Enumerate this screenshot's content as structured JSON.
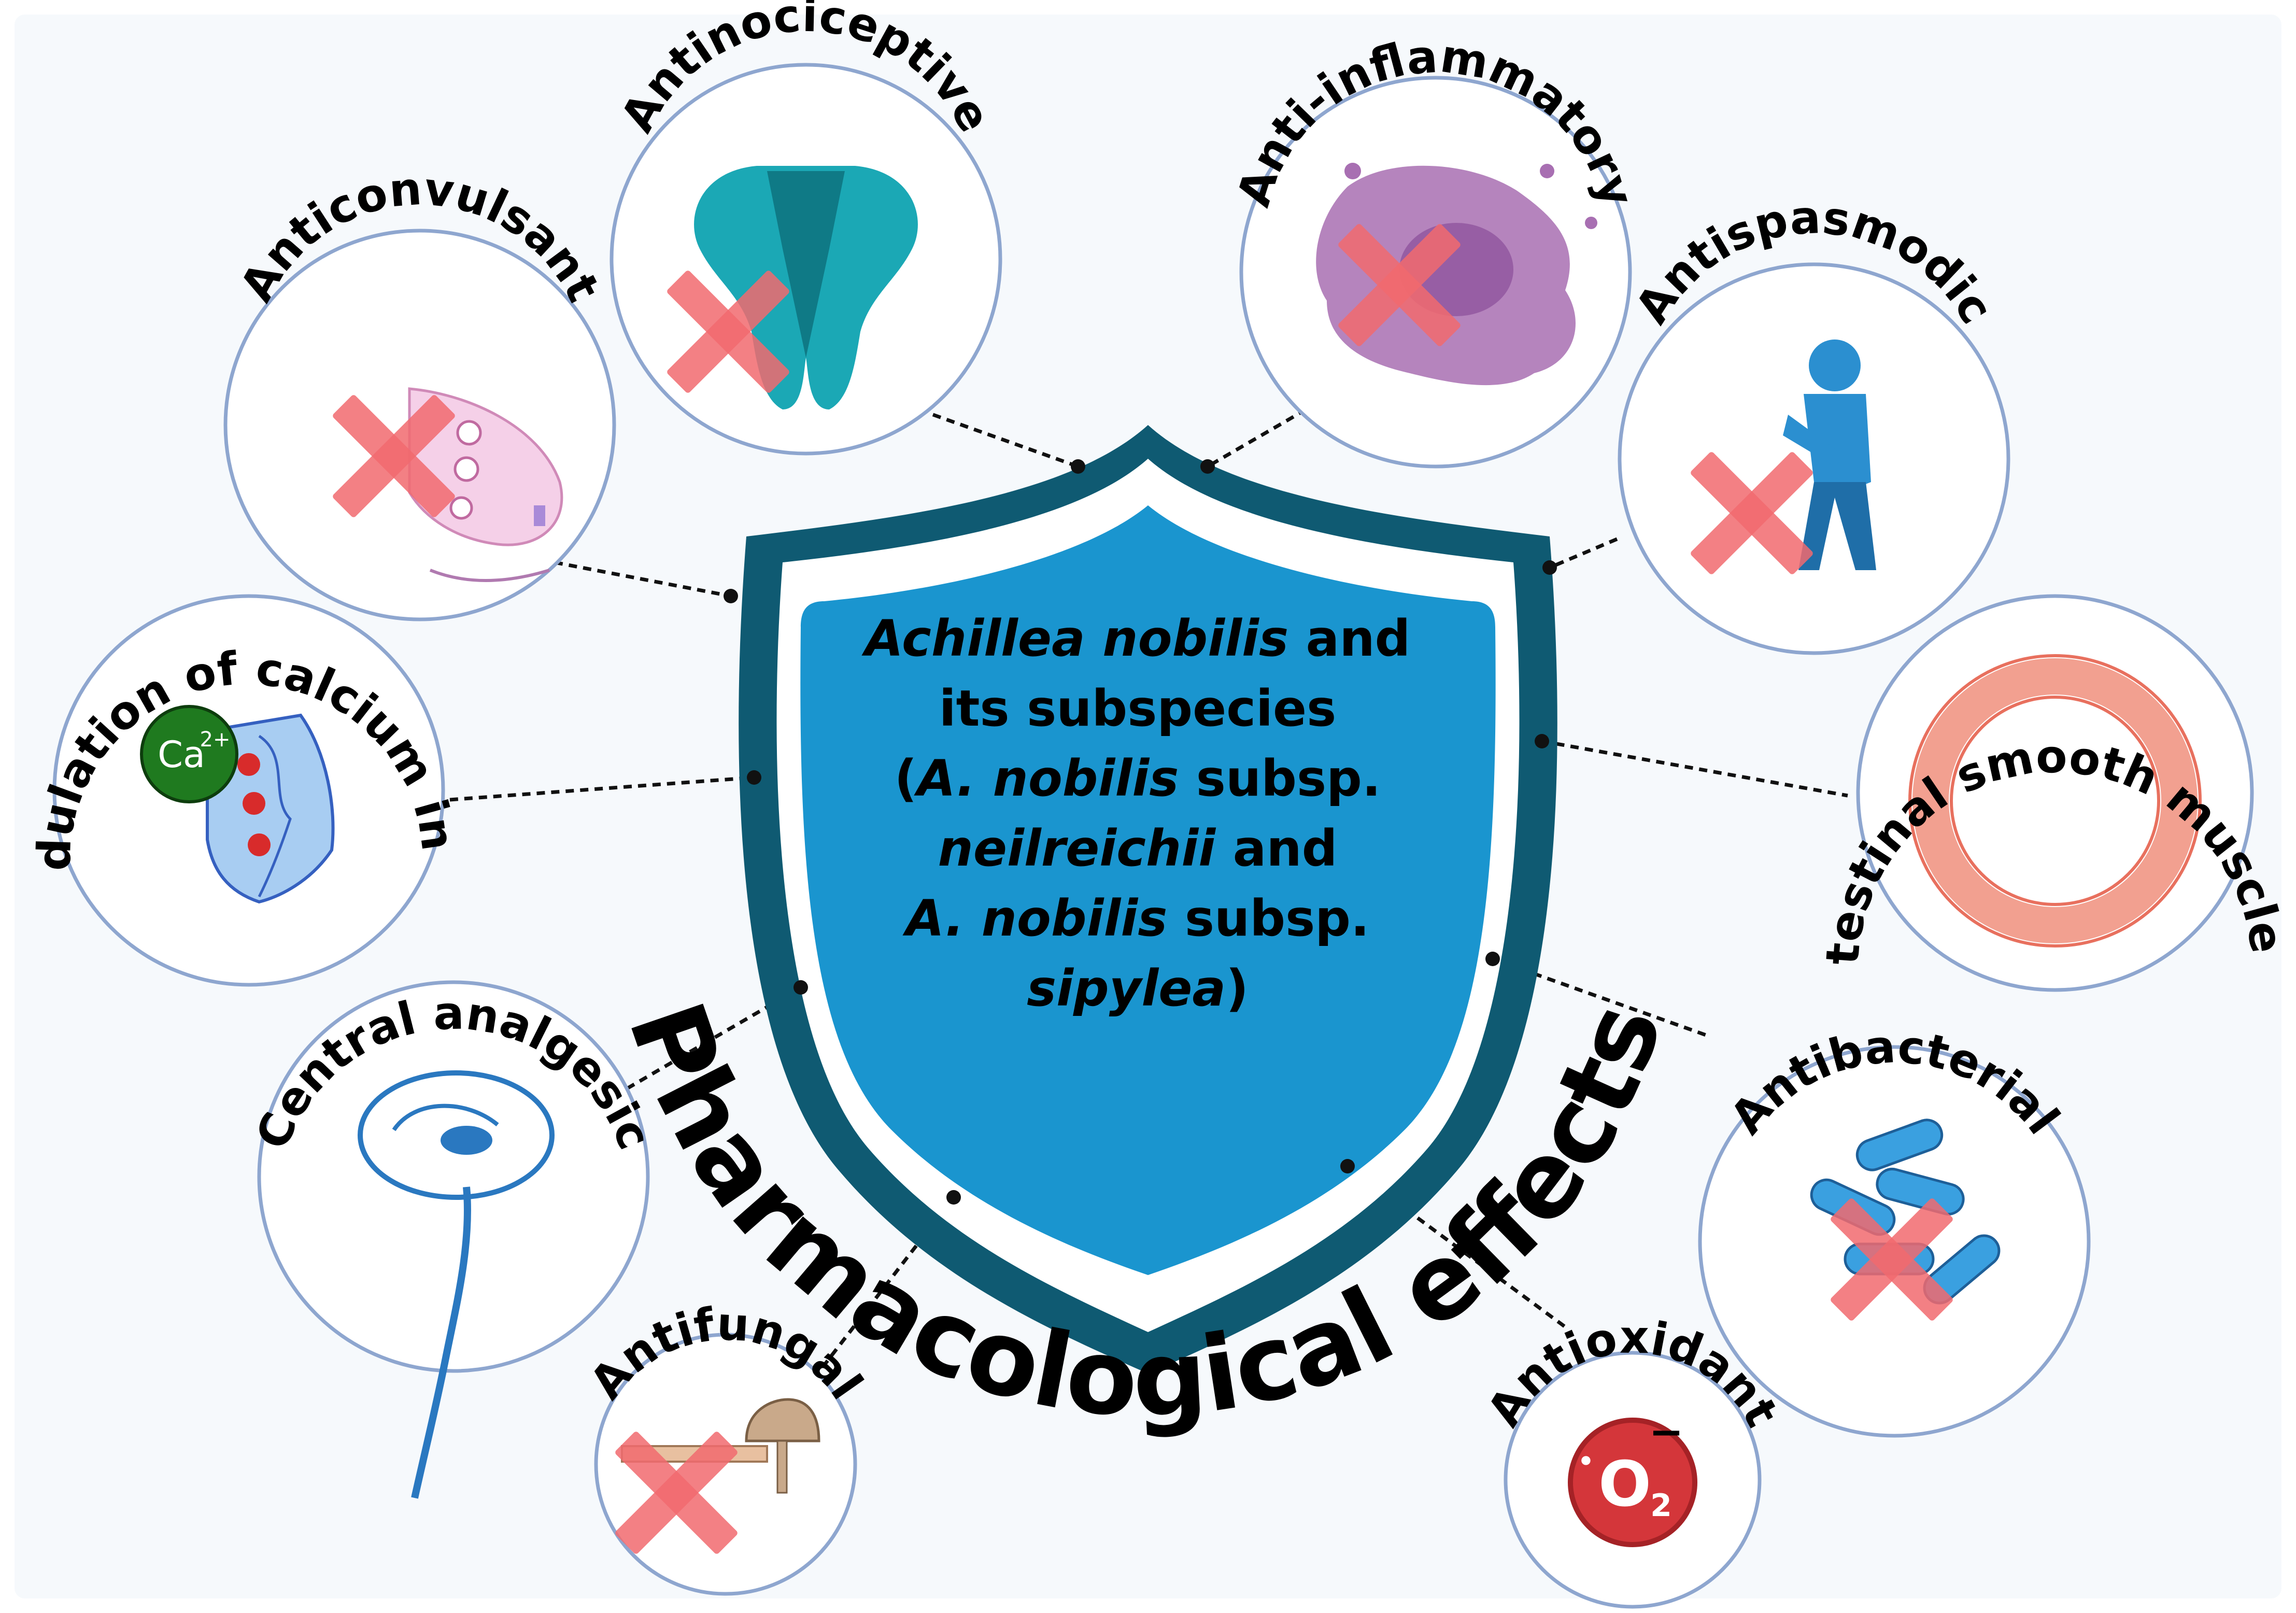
{
  "center": {
    "line1_italic": "Achillea nobilis",
    "line1_rest": " and",
    "line2": "its subspecies",
    "line3_open": "(",
    "line3_italic": "A. nobilis",
    "line3_rest": " subsp.",
    "line4_italic": "neilreichii",
    "line4_rest": " and",
    "line5_italic": "A. nobilis",
    "line5_rest": "  subsp.",
    "line6_italic": "sipylea",
    "line6_close": ")"
  },
  "title": "Pharmacological effects",
  "effects": {
    "anticonvulsant": "Anticonvulsant",
    "antinociceptive": "Antinociceptive",
    "anti_inflammatory": "Anti-inflammatory",
    "antispasmodic": "Antispasmodic",
    "calcium": "Modulation of calcium influx",
    "gi_relaxant": "Gastrointestinal smooth muscle relaxant",
    "central_analgesic": "Central analgesic",
    "antibacterial": "Antibacterial",
    "antifungal": "Antifungal",
    "antioxidant": "Antioxidant"
  },
  "icon_text": {
    "ca": "Ca",
    "ca_charge": "2+",
    "o2_dot": "•",
    "o2": "O",
    "o2_sub": "2",
    "o2_charge": "−"
  },
  "colors": {
    "shield_outer": "#0f5a72",
    "shield_inner": "#1a95cf",
    "circle_border": "#8ea6cf",
    "cross": "#f16a6f",
    "calcium_green": "#1f7a1f",
    "oxide_red": "#d4363a"
  },
  "icons": [
    "shield",
    "x-mark",
    "synapse",
    "spinal-cord",
    "macrophage",
    "person-cramp",
    "ion-channel",
    "intestine-ring",
    "brain-spine",
    "bacteria",
    "fungus",
    "superoxide"
  ]
}
